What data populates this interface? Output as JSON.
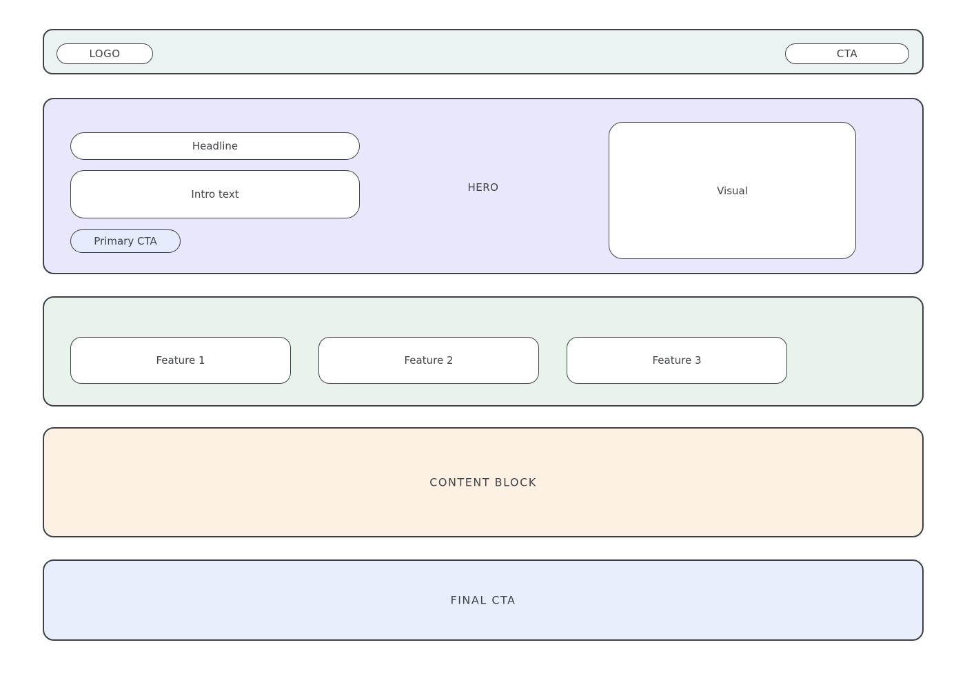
{
  "colors": {
    "page-bg": "#ffffff",
    "border": "#3c4148",
    "text": "#3f4347",
    "header-bg": "#eaf3f1",
    "hero-bg": "#e9e7fb",
    "features-bg": "#e9f3ec",
    "content-bg": "#fdf1e3",
    "final-bg": "#e8eefb",
    "pill-bg": "#e6ebfc",
    "white": "#ffffff"
  },
  "header": {
    "logo_label": "LOGO",
    "cta_label": "CTA"
  },
  "hero": {
    "section_label": "HERO",
    "headline_label": "Headline",
    "intro_label": "Intro text",
    "primary_cta_label": "Primary CTA",
    "visual_label": "Visual"
  },
  "features": {
    "items": [
      {
        "label": "Feature 1"
      },
      {
        "label": "Feature 2"
      },
      {
        "label": "Feature 3"
      }
    ]
  },
  "content_block": {
    "label": "CONTENT BLOCK"
  },
  "final_cta": {
    "label": "FINAL CTA"
  }
}
